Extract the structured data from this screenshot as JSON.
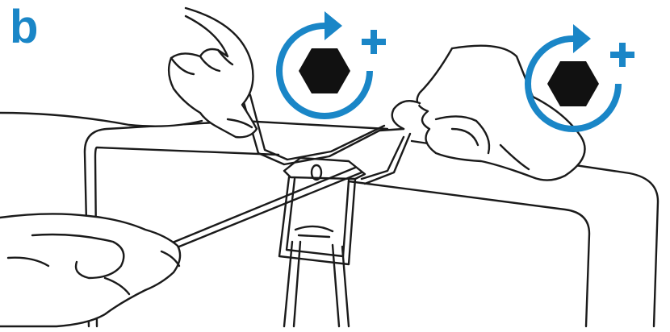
{
  "step": {
    "label": "b"
  },
  "colors": {
    "accent": "#1a86c7",
    "line": "#1a1a1a",
    "background": "#ffffff",
    "hexagon_fill": "#111111"
  },
  "icons": [
    {
      "name": "rotate-clockwise-tighten-icon",
      "meaning": "hex nut",
      "direction": "clockwise",
      "sign": "+"
    },
    {
      "name": "rotate-clockwise-tighten-icon",
      "meaning": "hex nut",
      "direction": "clockwise",
      "sign": "+"
    }
  ]
}
